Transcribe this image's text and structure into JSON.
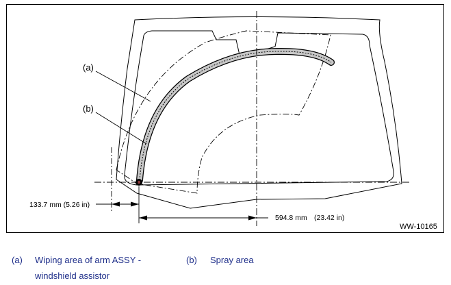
{
  "figure": {
    "callouts": {
      "a": "(a)",
      "b": "(b)"
    },
    "dimensions": {
      "left_offset": "133.7 mm (5.26 in)",
      "span_mm": "594.8 mm",
      "span_in": "(23.42 in)"
    },
    "figure_id": "WW-10165",
    "colors": {
      "line": "#000000",
      "spray_fill": "#c8c8c8",
      "legend_text": "#1f2f8a"
    }
  },
  "legend": {
    "items": [
      {
        "key": "(a)",
        "text_line1": "Wiping area of arm ASSY -",
        "text_line2": "windshield assistor"
      },
      {
        "key": "(b)",
        "text_line1": "Spray area"
      }
    ]
  }
}
